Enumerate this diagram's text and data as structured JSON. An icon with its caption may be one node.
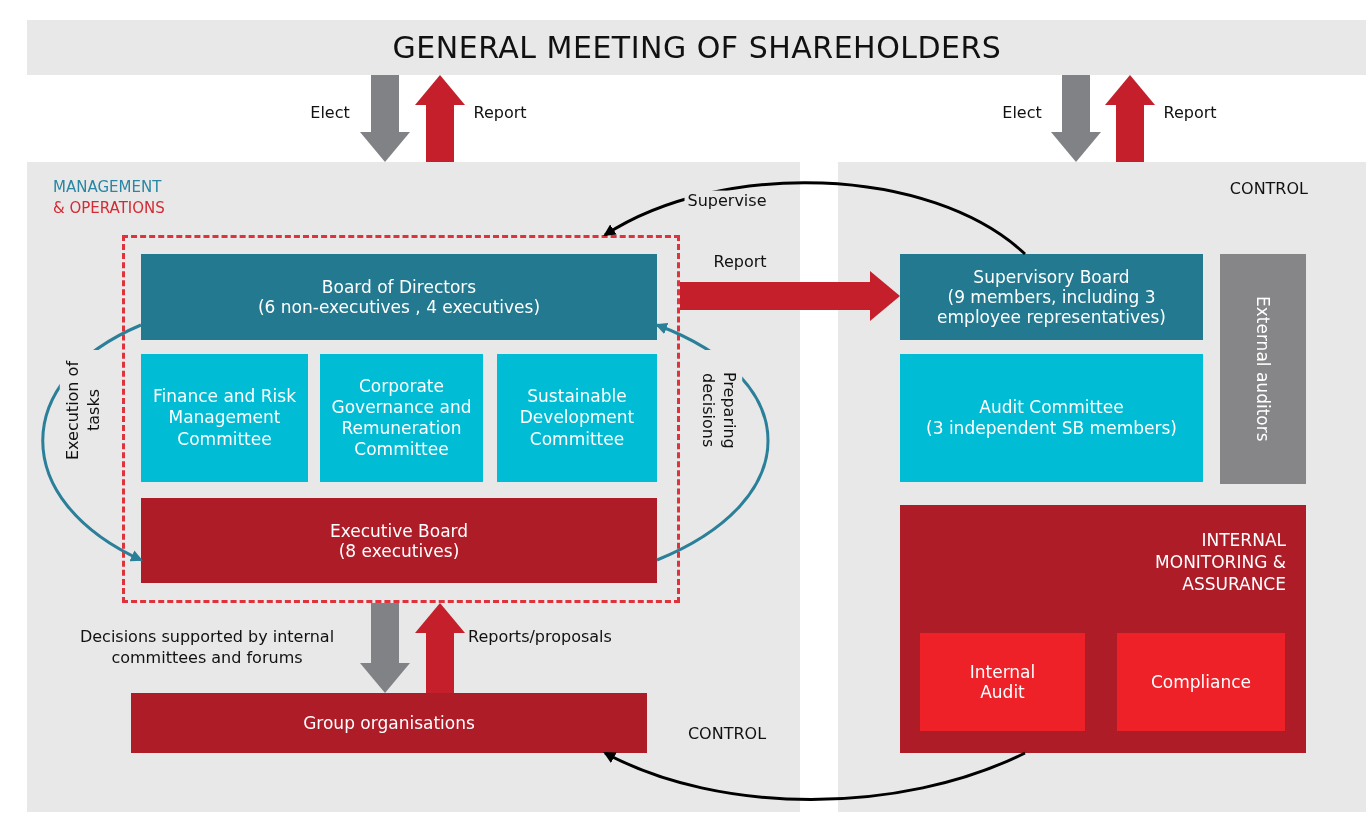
{
  "diagram": {
    "nodes": [
      {
        "text": [
          "GENERAL MEETING OF SHAREHOLDERS"
        ]
      },
      {
        "text": [
          "MANAGEMENT",
          "& OPERATIONS"
        ]
      },
      {
        "text": [],
        "shape": "box",
        "in": 1
      },
      {
        "text": [
          "Board of Directors",
          "(6 non-executives , 4 executives)"
        ],
        "in": 2
      },
      {
        "text": [
          "Finance and Risk Management Committee"
        ],
        "in": 2
      },
      {
        "text": [
          "Corporate Governance and Remuneration Committee"
        ],
        "in": 2
      },
      {
        "text": [
          "Sustainable Development Committee"
        ],
        "in": 2
      },
      {
        "text": [
          "Executive Board",
          "(8 executives)"
        ],
        "in": 2
      },
      {
        "text": [
          "Group organisations"
        ],
        "in": 1
      },
      {
        "text": [
          "CONTROL"
        ]
      },
      {
        "text": [
          "Supervisory Board",
          "(9 members, including 3 employee representatives)"
        ],
        "in": 9
      },
      {
        "text": [
          "Audit Committee",
          "(3 independent SB members)"
        ],
        "in": 9
      },
      {
        "text": [
          "External auditors"
        ],
        "in": 9
      },
      {
        "text": [
          "INTERNAL MONITORING & ASSURANCE"
        ],
        "in": 9
      },
      {
        "text": [
          "Internal Audit"
        ],
        "in": 13
      },
      {
        "text": [
          "Compliance"
        ],
        "in": 13
      }
    ],
    "edges": [
      {
        "from": 0,
        "to": 1,
        "arrow": "to",
        "label": "Elect",
        "color": "#808285"
      },
      {
        "from": 1,
        "to": 0,
        "arrow": "to",
        "label": "Report",
        "color": "#c41f2b"
      },
      {
        "from": 0,
        "to": 9,
        "arrow": "to",
        "label": "Elect",
        "color": "#808285"
      },
      {
        "from": 9,
        "to": 0,
        "arrow": "to",
        "label": "Report",
        "color": "#c41f2b"
      },
      {
        "from": 10,
        "to": 2,
        "arrow": "to",
        "label": "Supervise",
        "color": "#000000"
      },
      {
        "from": 2,
        "to": 10,
        "arrow": "to",
        "label": "Report",
        "color": "#c41f2b"
      },
      {
        "from": 3,
        "to": 7,
        "arrow": "to",
        "label": "Execution of tasks",
        "color": "#2a7f99"
      },
      {
        "from": 7,
        "to": 3,
        "arrow": "to",
        "label": "Preparing decisions",
        "color": "#2a7f99"
      },
      {
        "from": 2,
        "to": 8,
        "arrow": "to",
        "label": "Decisions supported by internal committees and forums",
        "color": "#808285"
      },
      {
        "from": 8,
        "to": 2,
        "arrow": "to",
        "label": "Reports/proposals",
        "color": "#c41f2b"
      },
      {
        "from": 13,
        "to": 8,
        "arrow": "to",
        "label": "CONTROL",
        "color": "#000000"
      }
    ]
  }
}
